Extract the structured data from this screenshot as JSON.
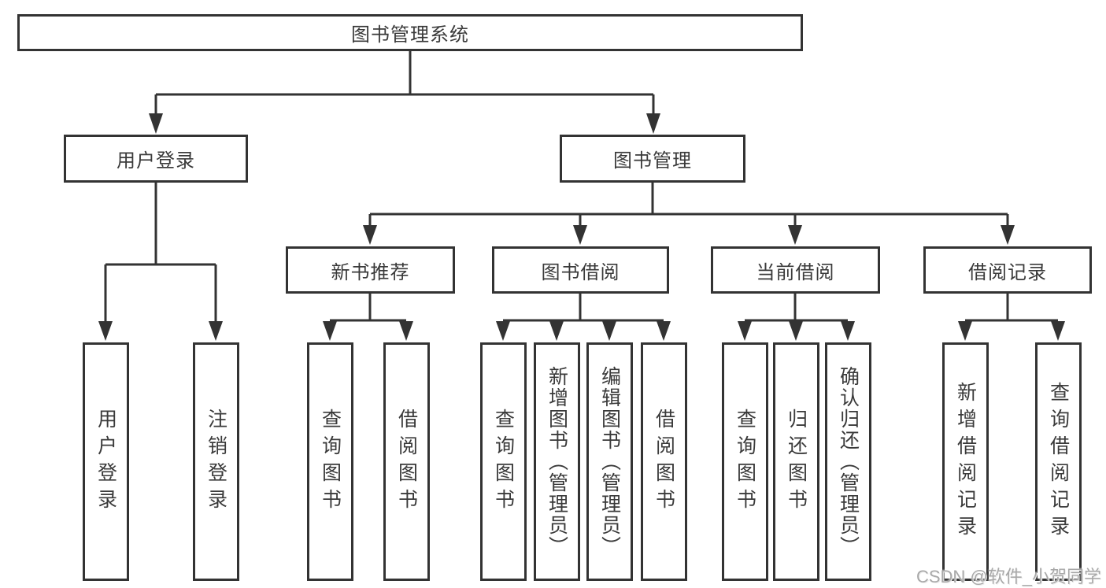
{
  "tree": {
    "root": {
      "label": "图书管理系统"
    },
    "branches": [
      {
        "label": "用户登录",
        "children": [
          {
            "label": "用户登录"
          },
          {
            "label": "注销登录"
          }
        ]
      },
      {
        "label": "图书管理",
        "children": [
          {
            "label": "新书推荐",
            "children": [
              {
                "label": "查询图书"
              },
              {
                "label": "借阅图书"
              }
            ]
          },
          {
            "label": "图书借阅",
            "children": [
              {
                "label": "查询图书"
              },
              {
                "label": "新增图书（管理员）"
              },
              {
                "label": "编辑图书（管理员）"
              },
              {
                "label": "借阅图书"
              }
            ]
          },
          {
            "label": "当前借阅",
            "children": [
              {
                "label": "查询图书"
              },
              {
                "label": "归还图书"
              },
              {
                "label": "确认归还（管理员）"
              }
            ]
          },
          {
            "label": "借阅记录",
            "children": [
              {
                "label": "新增借阅记录"
              },
              {
                "label": "查询借阅记录"
              }
            ]
          }
        ]
      }
    ]
  },
  "watermark": {
    "text": "CSDN @软件_小贺同学"
  },
  "colors": {
    "line": "#333333",
    "box_border": "#333333",
    "text": "#3a3a3a",
    "background": "#ffffff",
    "watermark": "#a8a8a8"
  }
}
